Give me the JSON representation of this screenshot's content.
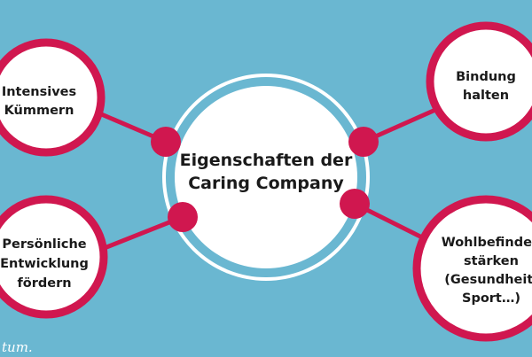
{
  "colors": {
    "background": "#6ab7d1",
    "accent": "#d0174f",
    "circle_fill": "#ffffff",
    "text": "#1a1a1a"
  },
  "center": {
    "lines": [
      "Eigenschaften der",
      "Caring Company"
    ]
  },
  "nodes": [
    {
      "id": "top-left",
      "lines": [
        "Intensives",
        "Kümmern"
      ]
    },
    {
      "id": "bottom-left",
      "lines": [
        "Persönliche",
        "Entwicklung",
        "fördern"
      ]
    },
    {
      "id": "top-right",
      "lines": [
        "Bindung",
        "halten"
      ]
    },
    {
      "id": "bottom-right",
      "lines": [
        "Wohlbefinden",
        "stärken",
        "(Gesundheit,",
        "Sport…)"
      ]
    }
  ],
  "logo_text": "tum."
}
